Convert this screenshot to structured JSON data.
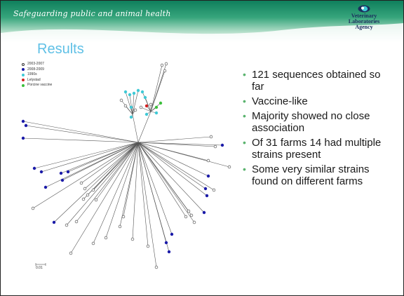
{
  "header": {
    "tagline": "Safeguarding public and animal health",
    "logo_lines": [
      "Veterinary",
      "Laboratories",
      "Agency"
    ]
  },
  "title": "Results",
  "legend": [
    {
      "label": "2003-2007",
      "color": "#ffffff",
      "stroke": "#333333"
    },
    {
      "label": "2008-2009",
      "color": "#1a1aa8",
      "stroke": "#1a1aa8"
    },
    {
      "label": "1990s",
      "color": "#3fc9d6",
      "stroke": "#3fc9d6"
    },
    {
      "label": "Lelystad",
      "color": "#d42020",
      "stroke": "#d42020"
    },
    {
      "label": "Porcine vaccine",
      "color": "#3bbf3b",
      "stroke": "#3bbf3b"
    }
  ],
  "scale_label": "0.01",
  "bullets": [
    "121 sequences obtained so far",
    "Vaccine-like",
    "Majority showed no close association",
    "Of 31 farms 14 had multiple strains present",
    "Some very similar strains found on different farms"
  ],
  "colors": {
    "header_green": "#0f7f5c",
    "title_blue": "#5fc0e6",
    "bullet_green": "#5ab36e"
  }
}
